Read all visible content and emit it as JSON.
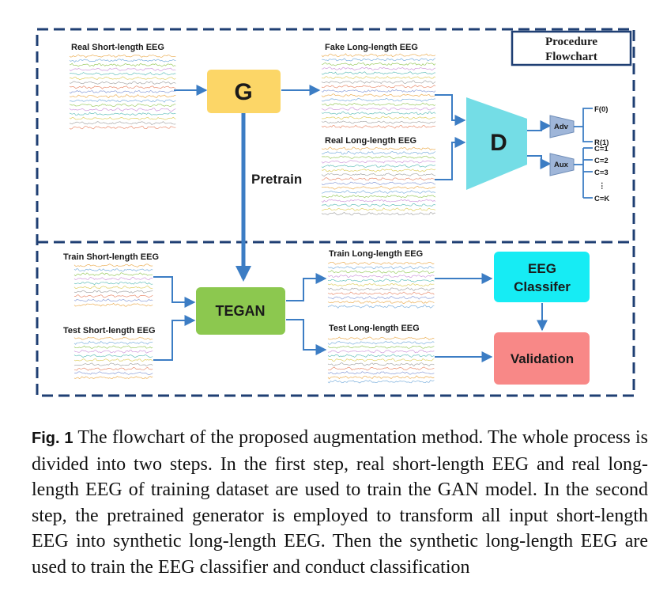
{
  "procedure_box": {
    "line1": "Procedure",
    "line2": "Flowchart"
  },
  "labels": {
    "real_short": "Real Short-length EEG",
    "fake_long": "Fake Long-length EEG",
    "real_long": "Real Long-length EEG",
    "train_short": "Train Short-length EEG",
    "test_short": "Test Short-length EEG",
    "train_long": "Train Long-length EEG",
    "test_long": "Test Long-length EEG",
    "pretrain": "Pretrain"
  },
  "nodes": {
    "g": "G",
    "d": "D",
    "adv": "Adv",
    "aux": "Aux",
    "tegan": "TEGAN",
    "classifier_line1": "EEG",
    "classifier_line2": "Classifer",
    "validation": "Validation"
  },
  "outputs": {
    "adv": [
      "F(0)",
      "R(1)"
    ],
    "aux": [
      "C=1",
      "C=2",
      "C=3",
      "C=K"
    ],
    "ellipsis": "⋮"
  },
  "colors": {
    "border": "#1f3f73",
    "arrow": "#3c7dc4",
    "g_fill": "#fcd667",
    "d_fill": "#74dde6",
    "small_trap": "#9fb6d9",
    "tegan_fill": "#8cc84f",
    "classifier_fill": "#16ecf4",
    "validation_fill": "#f88887"
  },
  "caption": {
    "label": "Fig. 1",
    "text": "The flowchart of the proposed augmentation method. The whole process is divided into two steps. In the first step, real short-length EEG and real long-length EEG of training dataset are used to train the GAN model. In the second step, the pretrained generator is employed to transform all input short-length EEG into synthetic long-length EEG. Then the synthetic long-length EEG are used to train the EEG classifier and conduct classification"
  }
}
